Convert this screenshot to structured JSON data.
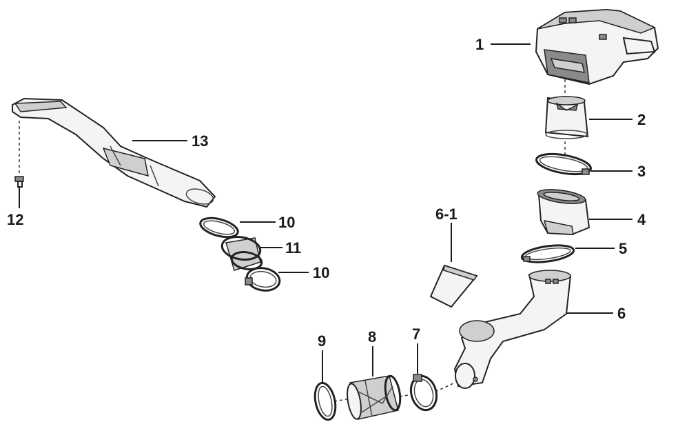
{
  "callouts": {
    "c1": "1",
    "c2": "2",
    "c3": "3",
    "c4": "4",
    "c5": "5",
    "c6": "6",
    "c6_1": "6-1",
    "c7": "7",
    "c8": "8",
    "c9": "9",
    "c10a": "10",
    "c10b": "10",
    "c11": "11",
    "c12": "12",
    "c13": "13"
  }
}
